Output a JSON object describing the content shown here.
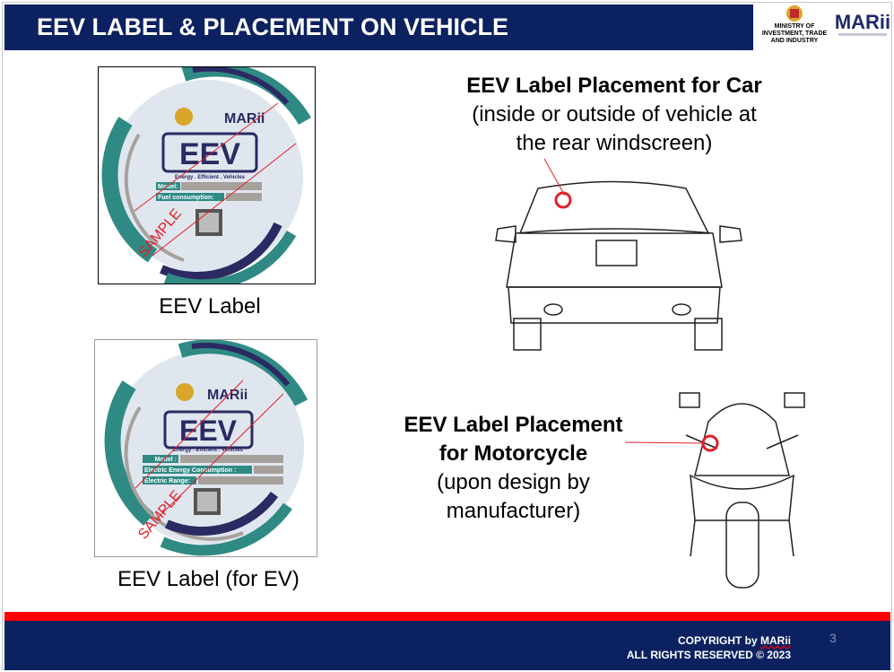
{
  "header": {
    "title": "EEV LABEL & PLACEMENT ON VEHICLE"
  },
  "logos": {
    "ministry": "MINISTRY OF INVESTMENT, TRADE AND INDUSTRY",
    "marii": "MARii"
  },
  "label_car": {
    "caption": "EEV Label",
    "brand": "MARii",
    "big": "EEV",
    "tagline": "Energy . Efficient . Vehicles",
    "fields": [
      "Model:",
      "Fuel consumption:"
    ],
    "watermark": "SAMPLE"
  },
  "label_ev": {
    "caption": "EEV Label (for EV)",
    "brand": "MARii",
    "big": "EEV",
    "tagline": "Energy . Efficient . Vehicles",
    "fields": [
      "Model :",
      "Electric Energy Consumption :",
      "Electric Range:"
    ],
    "watermark": "SAMPLE"
  },
  "car": {
    "title": "EEV Label Placement for Car",
    "line1": "(inside or outside of vehicle at",
    "line2": "the rear windscreen)"
  },
  "moto": {
    "title1": "EEV Label Placement",
    "title2": "for Motorcycle",
    "line1": "(upon design by",
    "line2": "manufacturer)"
  },
  "footer": {
    "copyright_prefix": "COPYRIGHT by ",
    "copyright_brand": "MARii",
    "rights": "ALL RIGHTS RESERVED © 2023",
    "page": "3"
  },
  "colors": {
    "navy": "#0c2160",
    "red": "#ff0000",
    "teal": "#2f8a84",
    "purple": "#2b2a63",
    "grey": "#a7a19c"
  }
}
